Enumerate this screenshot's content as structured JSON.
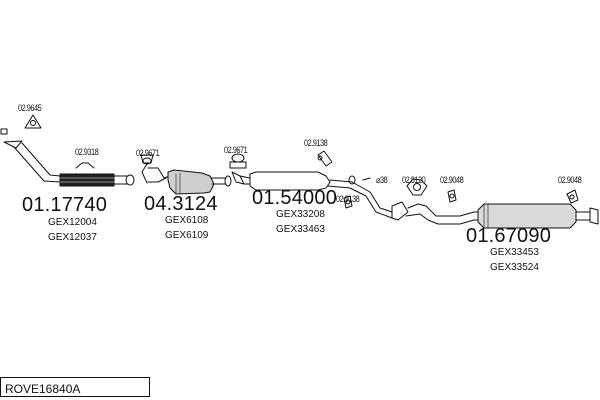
{
  "diagram": {
    "reference": "ROVE16840A",
    "small_labels": {
      "clamp_front_pipe": "02.9645",
      "gasket_front": "02.9318",
      "clamp_cat_inlet": "02.9671",
      "clamp_cat_outlet": "02.9671",
      "mount_center_upper": "02.9138",
      "mount_center_lower": "02.9138",
      "size_38": "⌀38",
      "mount_rear_1": "02.8120",
      "mount_rear_2": "02.9048",
      "mount_rear_3": "02.9048"
    },
    "parts": [
      {
        "number": "01.17740",
        "refs": [
          "GEX12004",
          "GEX12037"
        ]
      },
      {
        "number": "04.3124",
        "refs": [
          "GEX6108",
          "GEX6109"
        ]
      },
      {
        "number": "01.54000",
        "refs": [
          "GEX33208",
          "GEX33463"
        ]
      },
      {
        "number": "01.67090",
        "refs": [
          "GEX33453",
          "GEX33524"
        ]
      }
    ]
  }
}
